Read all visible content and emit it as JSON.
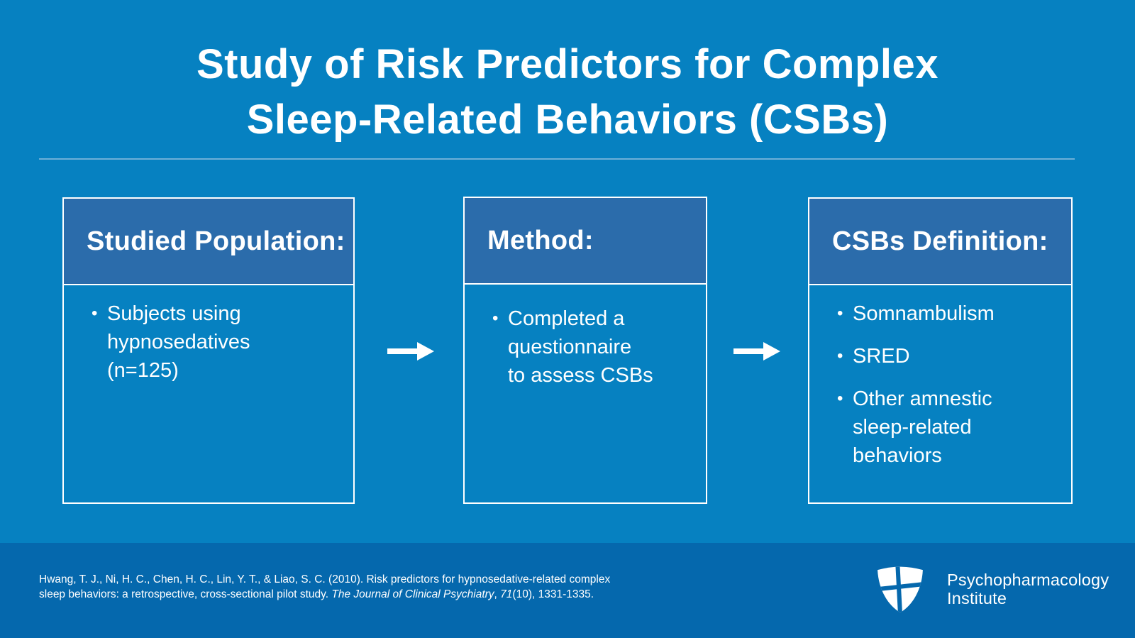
{
  "colors": {
    "background": "#0681C1",
    "box_header": "#2B6CAB",
    "box_border": "#FFFFFF",
    "footer_background": "#0568AD",
    "text": "#FFFFFF",
    "title_divider": "#8FBFDE"
  },
  "title": {
    "text": "Study of Risk Predictors for Complex\nSleep-Related Behaviors (CSBs)"
  },
  "boxes": [
    {
      "header": "Studied Population:",
      "bullets": [
        "Subjects using\nhypnosedatives\n(n=125)"
      ]
    },
    {
      "header": "Method:",
      "bullets": [
        "Completed a\nquestionnaire\nto assess CSBs"
      ]
    },
    {
      "header": "CSBs Definition:",
      "bullets": [
        "Somnambulism",
        "SRED",
        "Other amnestic\nsleep-related\nbehaviors"
      ]
    }
  ],
  "icons": {
    "bullet_char": "•",
    "arrow": "arrow-right-icon",
    "logo_shield": "shield-cross-icon"
  },
  "citation": {
    "line1": "Hwang, T. J., Ni, H. C., Chen, H. C., Lin, Y. T., & Liao, S. C. (2010). Risk predictors for hypnosedative-related complex",
    "line2_pre": "sleep behaviors: a retrospective, cross-sectional pilot study. ",
    "line2_italic1": "The Journal of Clinical Psychiatry",
    "line2_sep": ", ",
    "line2_italic2": "71",
    "line2_post": "(10), 1331-1335."
  },
  "logo": {
    "line1": "Psychopharmacology",
    "line2": "Institute"
  }
}
